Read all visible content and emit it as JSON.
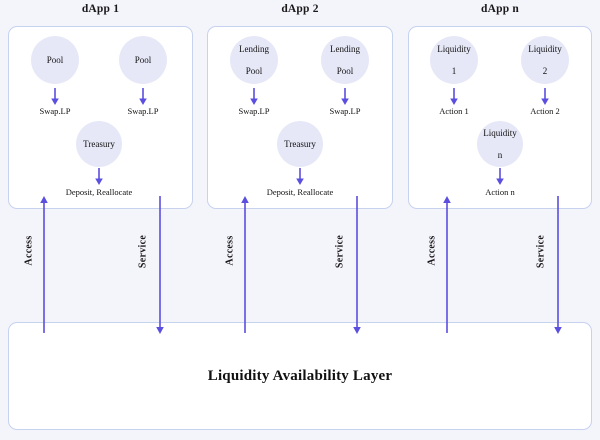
{
  "diagram": {
    "background_color": "#f4f4fb",
    "accent_color": "#5b4fe0",
    "circle_fill": "#e6e8f8",
    "panel_border": "#c7d2ef",
    "bottom_layer": {
      "title": "Liquidity Availability Layer"
    }
  },
  "panels": [
    {
      "title": "dApp 1",
      "nodes": [
        {
          "label": "Pool",
          "caption": "Swap.LP"
        },
        {
          "label": "Pool",
          "caption": "Swap.LP"
        },
        {
          "label": "Treasury",
          "caption": "Deposit, Reallocate"
        }
      ]
    },
    {
      "title": "dApp 2",
      "nodes": [
        {
          "label": "Lending\nPool",
          "line1": "Lending",
          "line2": "Pool",
          "caption": "Swap.LP"
        },
        {
          "label": "Lending\nPool",
          "line1": "Lending",
          "line2": "Pool",
          "caption": "Swap.LP"
        },
        {
          "label": "Treasury",
          "line1": "Treasury",
          "line2": "",
          "caption": "Deposit, Reallocate"
        }
      ]
    },
    {
      "title": "dApp n",
      "nodes": [
        {
          "label": "Liquidity 1",
          "line1": "Liquidity",
          "line2": "1",
          "caption": "Action 1"
        },
        {
          "label": "Liquidity 2",
          "line1": "Liquidity",
          "line2": "2",
          "caption": "Action 2"
        },
        {
          "label": "Liquidity n",
          "line1": "Liquidity",
          "line2": "n",
          "caption": "Action n"
        }
      ]
    }
  ],
  "connectors": [
    {
      "label": "Access",
      "direction": "up",
      "panel": "dApp 1"
    },
    {
      "label": "Service",
      "direction": "down",
      "panel": "dApp 1"
    },
    {
      "label": "Access",
      "direction": "up",
      "panel": "dApp 2"
    },
    {
      "label": "Service",
      "direction": "down",
      "panel": "dApp 2"
    },
    {
      "label": "Access",
      "direction": "up",
      "panel": "dApp n"
    },
    {
      "label": "Service",
      "direction": "down",
      "panel": "dApp n"
    }
  ]
}
